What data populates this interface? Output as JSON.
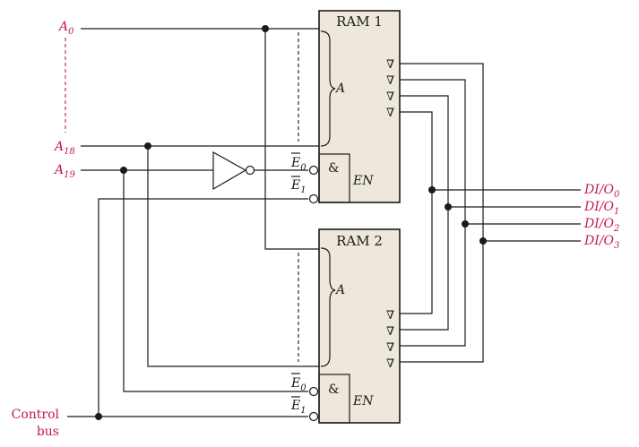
{
  "ram1": {
    "title": "RAM 1",
    "address_label": "A",
    "and_symbol": "&",
    "enable_label": "EN",
    "e0": "E",
    "e0_sub": "0",
    "e1": "E",
    "e1_sub": "1",
    "tristate_symbol": "∇"
  },
  "ram2": {
    "title": "RAM 2",
    "address_label": "A",
    "and_symbol": "&",
    "enable_label": "EN",
    "e0": "E",
    "e0_sub": "0",
    "e1": "E",
    "e1_sub": "1",
    "tristate_symbol": "∇"
  },
  "inputs": [
    {
      "name": "A",
      "sub": "0"
    },
    {
      "name": "A",
      "sub": "18"
    },
    {
      "name": "A",
      "sub": "19"
    }
  ],
  "control_bus": {
    "line1": "Control",
    "line2": "bus"
  },
  "outputs": [
    {
      "name": "DI/O",
      "sub": "0"
    },
    {
      "name": "DI/O",
      "sub": "1"
    },
    {
      "name": "DI/O",
      "sub": "2"
    },
    {
      "name": "DI/O",
      "sub": "3"
    }
  ],
  "colors": {
    "label_magenta": "#c2185b",
    "block_fill": "#ede8db",
    "wire": "#1a1a1a"
  }
}
